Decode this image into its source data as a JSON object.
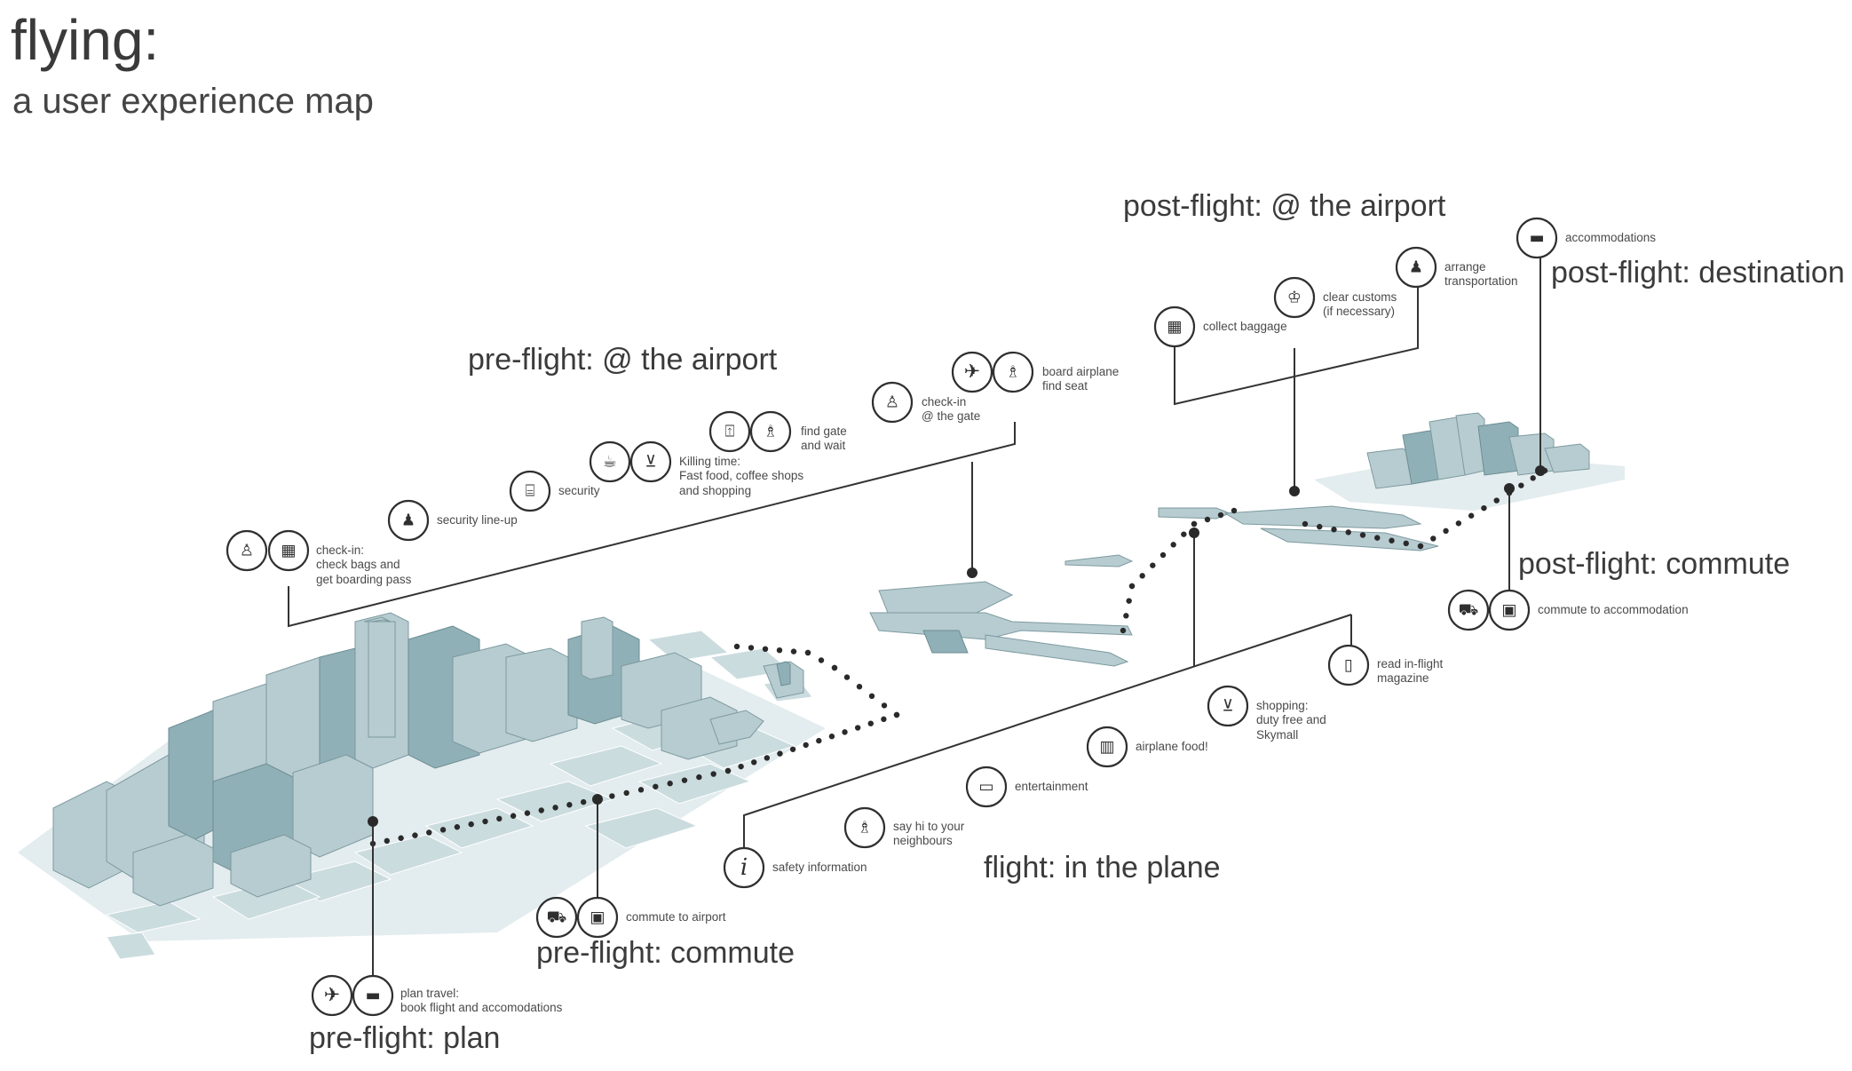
{
  "title": "flying:",
  "subtitle": "a user experience map",
  "stages": {
    "preflight_plan": "pre-flight: plan",
    "preflight_commute": "pre-flight: commute",
    "preflight_airport": "pre-flight: @ the airport",
    "flight": "flight: in the plane",
    "postflight_airport": "post-flight: @ the airport",
    "postflight_commute": "post-flight: commute",
    "postflight_destination": "post-flight: destination"
  },
  "steps": {
    "plan_travel": "plan travel:\nbook flight and accomodations",
    "commute_to_airport": "commute to airport",
    "check_in": "check-in:\ncheck bags and\nget boarding pass",
    "security_lineup": "security line-up",
    "security": "security",
    "killing_time": "Killing time:\nFast food, coffee shops\nand shopping",
    "find_gate": "find gate\nand wait",
    "check_in_gate": "check-in\n@ the gate",
    "board_airplane": "board airplane\nfind seat",
    "safety_information": "safety information",
    "say_hi": "say hi to your\nneighbours",
    "entertainment": "entertainment",
    "airplane_food": "airplane food!",
    "shopping": "shopping:\nduty free and\nSkymall",
    "read_magazine": "read in-flight\nmagazine",
    "collect_baggage": "collect baggage",
    "clear_customs": "clear customs\n(if necessary)",
    "arrange_transportation": "arrange\ntransportation",
    "accommodations": "accommodations",
    "commute_to_accommodation": "commute to accommodation"
  },
  "icons": [
    {
      "name": "airplane-icon",
      "glyph": "✈"
    },
    {
      "name": "bed-icon",
      "glyph": "🛏"
    },
    {
      "name": "taxi-icon",
      "glyph": "🚖"
    },
    {
      "name": "bus-icon",
      "glyph": "🚌"
    },
    {
      "name": "check-in-desk-icon",
      "glyph": "♙"
    },
    {
      "name": "suitcase-icon",
      "glyph": "💼"
    },
    {
      "name": "security-walk-icon",
      "glyph": "🚶"
    },
    {
      "name": "security-scan-icon",
      "glyph": "⛆"
    },
    {
      "name": "fast-food-icon",
      "glyph": "🍔"
    },
    {
      "name": "shopping-cart-icon",
      "glyph": "🛒"
    },
    {
      "name": "gate-icon",
      "glyph": "🚪"
    },
    {
      "name": "waiting-seat-icon",
      "glyph": "♿"
    },
    {
      "name": "info-icon",
      "glyph": "ℹ"
    },
    {
      "name": "chat-seat-icon",
      "glyph": "💬"
    },
    {
      "name": "tv-icon",
      "glyph": "📺"
    },
    {
      "name": "meal-tray-icon",
      "glyph": "🍱"
    },
    {
      "name": "magazine-icon",
      "glyph": "📖"
    },
    {
      "name": "customs-officer-icon",
      "glyph": "👮"
    },
    {
      "name": "hail-person-icon",
      "glyph": "🙋"
    }
  ],
  "colors": {
    "city": "#b7ccd0",
    "city_shadow": "#8fb0b6",
    "ground": "#e3ecee",
    "lines": "#333333",
    "text": "#3d3d3d"
  }
}
